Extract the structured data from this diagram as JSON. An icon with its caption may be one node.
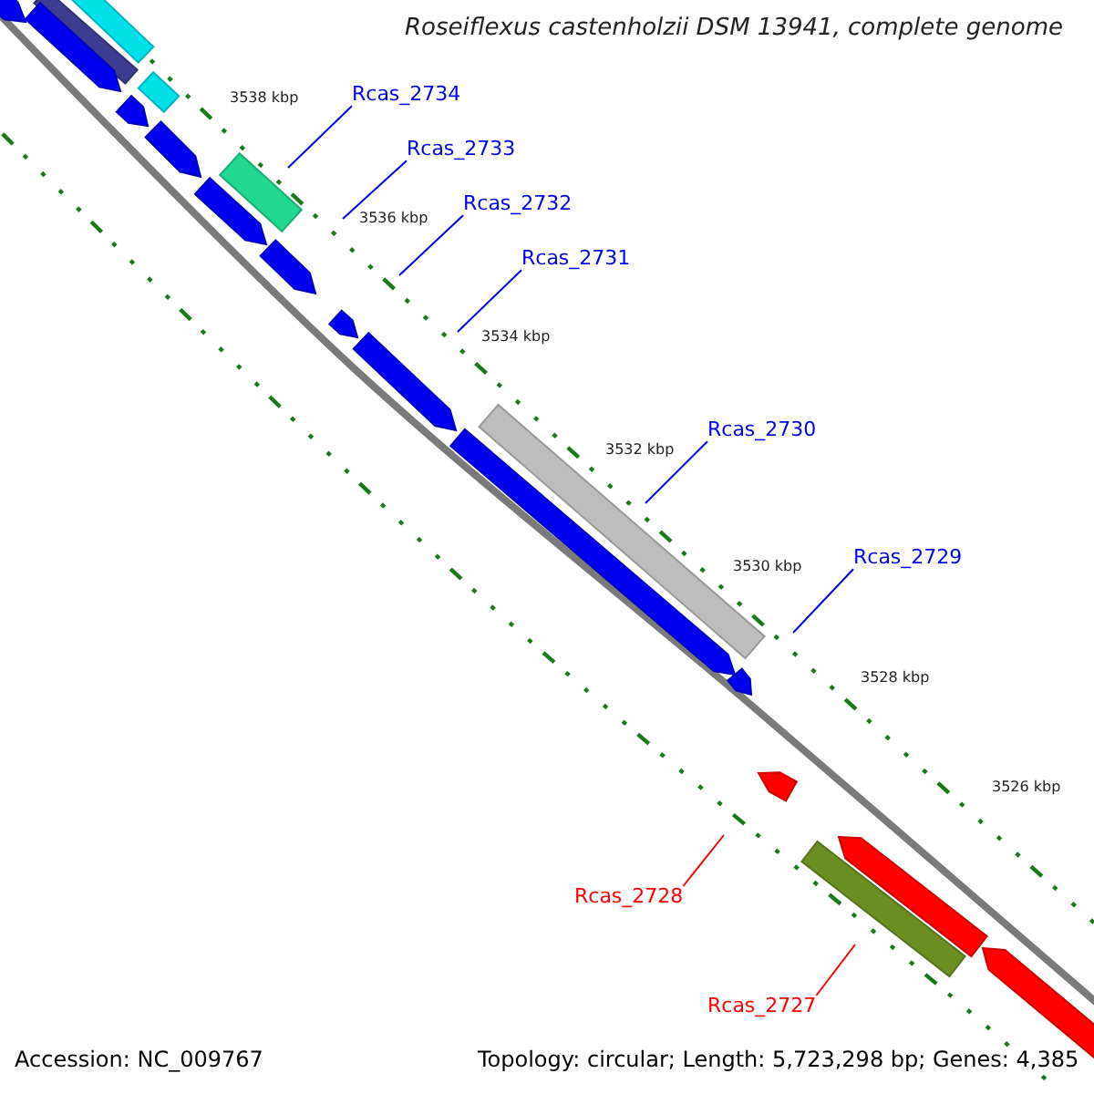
{
  "diagram": {
    "title": "Roseiflexus castenholzii DSM 13941, complete genome",
    "nodes": [
      {
        "text": [
          "Rcas_2734"
        ]
      },
      {
        "text": [
          "Rcas_2733"
        ]
      },
      {
        "text": [
          "Rcas_2732"
        ]
      },
      {
        "text": [
          "Rcas_2731"
        ]
      },
      {
        "text": [
          "Rcas_2730"
        ]
      },
      {
        "text": [
          "Rcas_2729"
        ]
      },
      {
        "text": [
          "Rcas_2728"
        ]
      },
      {
        "text": [
          "Rcas_2727"
        ]
      }
    ],
    "edges": [
      {
        "from": 0,
        "to": null,
        "arrow": "none"
      },
      {
        "from": 1,
        "to": null,
        "arrow": "none"
      },
      {
        "from": 2,
        "to": null,
        "arrow": "none"
      },
      {
        "from": 3,
        "to": null,
        "arrow": "none"
      },
      {
        "from": 4,
        "to": null,
        "arrow": "none"
      },
      {
        "from": 5,
        "to": null,
        "arrow": "none"
      },
      {
        "from": 6,
        "to": null,
        "arrow": "none",
        "color": "#ff0000"
      },
      {
        "from": 7,
        "to": null,
        "arrow": "none",
        "color": "#ff0000"
      }
    ],
    "labels": [
      "3538 kbp",
      "3536 kbp",
      "3534 kbp",
      "3532 kbp",
      "3530 kbp",
      "3528 kbp",
      "3526 kbp",
      "Accession: NC_009767",
      "Topology: circular; Length: 5,723,298 bp; Genes: 4,385"
    ]
  }
}
